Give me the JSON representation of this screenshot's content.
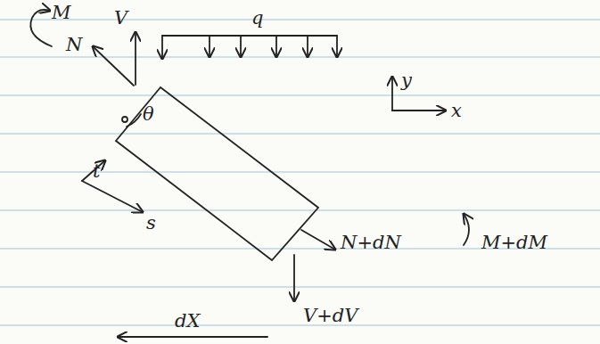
{
  "diagram": {
    "labels": [
      "M",
      "N",
      "V",
      "q",
      "θ",
      "y",
      "x",
      "t",
      "s",
      "N+dN",
      "M+dM",
      "V+dV",
      "dX"
    ]
  }
}
